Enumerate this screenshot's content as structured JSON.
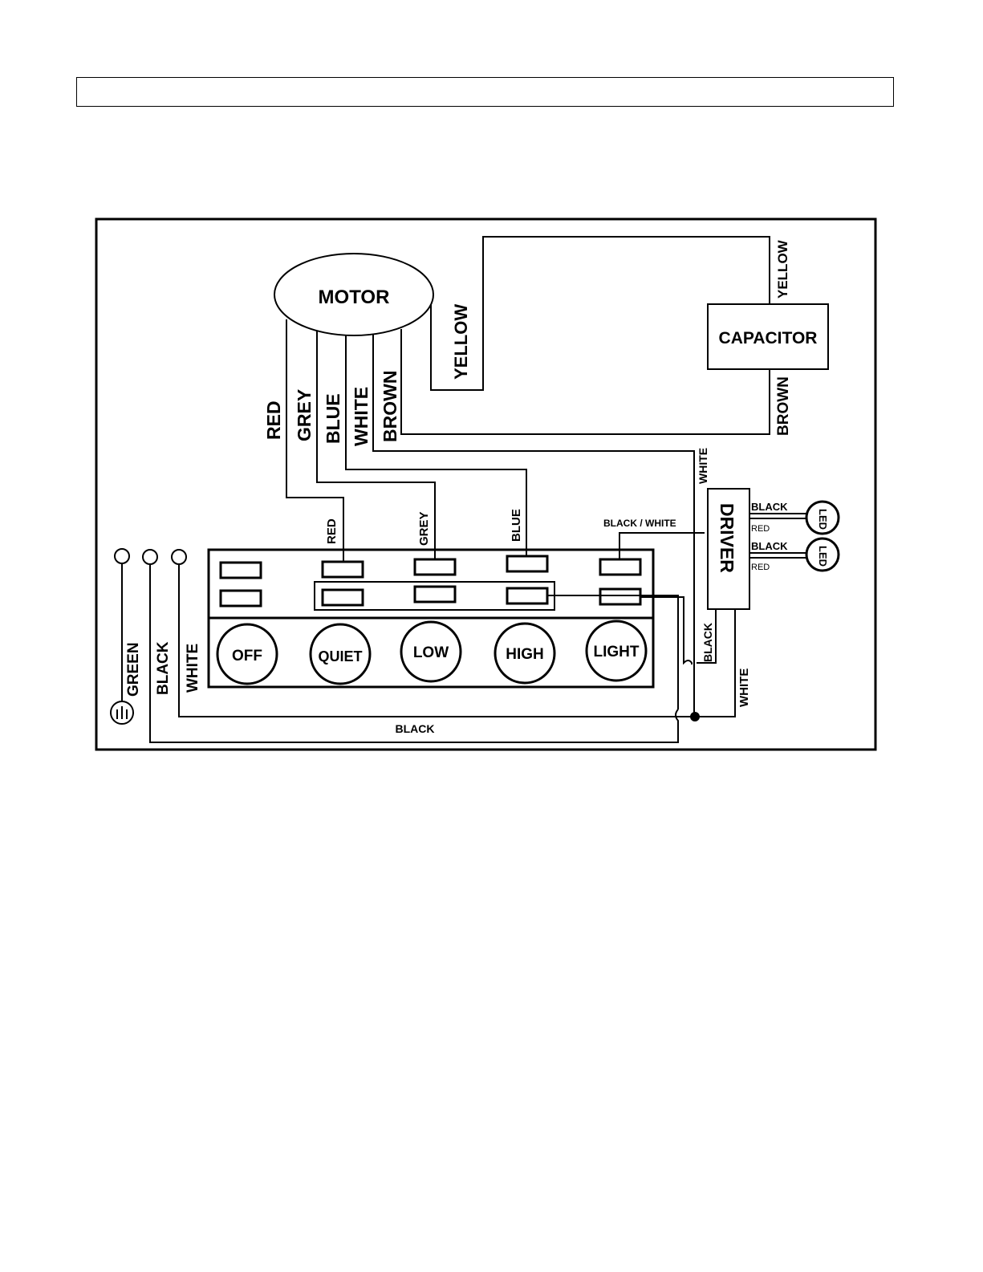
{
  "header": {
    "text": ""
  },
  "diagram": {
    "motor": "MOTOR",
    "capacitor": "CAPACITOR",
    "driver": "DRIVER",
    "led": "LED",
    "motor_wires": [
      "RED",
      "GREY",
      "BLUE",
      "WHITE",
      "BROWN"
    ],
    "yellow": "YELLOW",
    "cap_yellow": "YELLOW",
    "cap_brown": "BROWN",
    "white_to_driver": "WHITE",
    "switch_red": "RED",
    "switch_grey": "GREY",
    "switch_blue": "BLUE",
    "black_white": "BLACK / WHITE",
    "led1_black": "BLACK",
    "led1_red": "RED",
    "led2_black": "BLACK",
    "led2_red": "RED",
    "driver_black": "BLACK",
    "driver_white": "WHITE",
    "supply": {
      "green": "GREEN",
      "black": "BLACK",
      "white": "WHITE"
    },
    "bottom_black": "BLACK",
    "buttons": [
      "OFF",
      "QUIET",
      "LOW",
      "HIGH",
      "LIGHT"
    ]
  }
}
